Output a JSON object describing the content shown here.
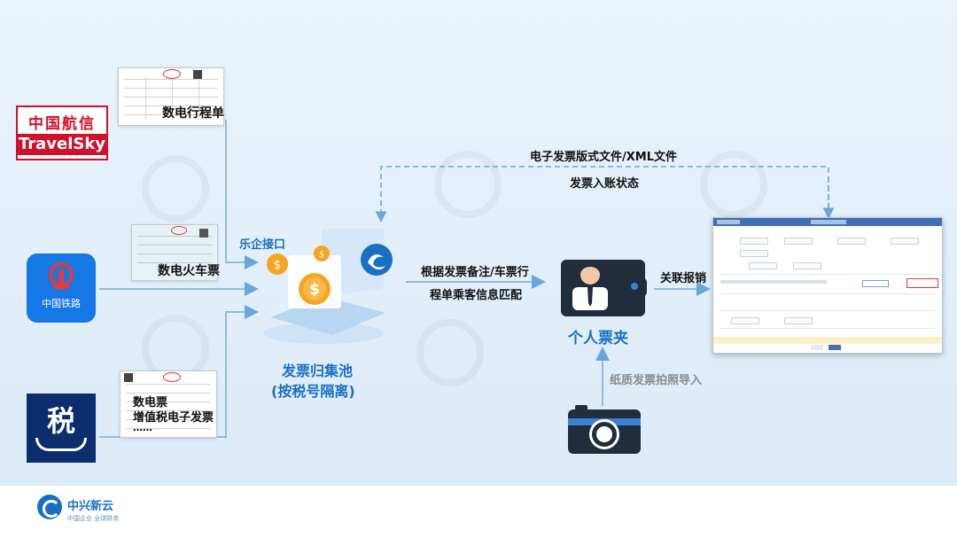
{
  "sources": {
    "travelsky": {
      "cn": "中国航信",
      "en": "TravelSky",
      "doc_label": "数电行程单"
    },
    "railway": {
      "name": "中国铁路",
      "doc_label": "数电火车票"
    },
    "tax": {
      "glyph": "税",
      "doc_label_1": "数电票",
      "doc_label_2": "增值税电子发票",
      "doc_label_3": "……"
    }
  },
  "interface_label": "乐企接口",
  "pool": {
    "title_line1": "发票归集池",
    "title_line2": "(按税号隔离)"
  },
  "match_label": {
    "line1": "根据发票备注/车票行",
    "line2": "程单乘客信息匹配"
  },
  "wallet": {
    "title": "个人票夹"
  },
  "reimburse_label": "关联报销",
  "feedback": {
    "line1": "电子发票版式文件/XML文件",
    "line2": "发票入账状态"
  },
  "camera_label": "纸质发票拍照导入",
  "footer": {
    "brand": "中兴新云",
    "slogan": "中国企业 全球财务"
  },
  "watermark": "中兴新云",
  "colors": {
    "accent": "#1a6fc4",
    "arrow": "#5b9bd5",
    "travelsky_red": "#d0112b",
    "railway_blue": "#1677e6",
    "tax_navy": "#0d2e6e",
    "coin": "#f5a623"
  }
}
